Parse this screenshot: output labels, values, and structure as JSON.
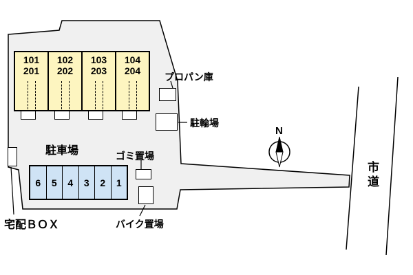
{
  "colors": {
    "parcel-fill": "#f0f0f0",
    "building-fill": "#fdf5c0",
    "parking-fill": "#cfe3f5",
    "line": "#000000"
  },
  "building": {
    "units": [
      {
        "upper": "101",
        "lower": "201"
      },
      {
        "upper": "102",
        "lower": "202"
      },
      {
        "upper": "103",
        "lower": "203"
      },
      {
        "upper": "104",
        "lower": "204"
      }
    ]
  },
  "parking": {
    "label": "駐車場",
    "spaces": [
      "6",
      "5",
      "4",
      "3",
      "2",
      "1"
    ]
  },
  "labels": {
    "propane": "プロパン庫",
    "bicycle": "駐輪場",
    "garbage": "ゴミ置場",
    "delivery_box": "宅配ＢＯＸ",
    "bike": "バイク置場",
    "road": "市道",
    "compass_north": "N"
  }
}
